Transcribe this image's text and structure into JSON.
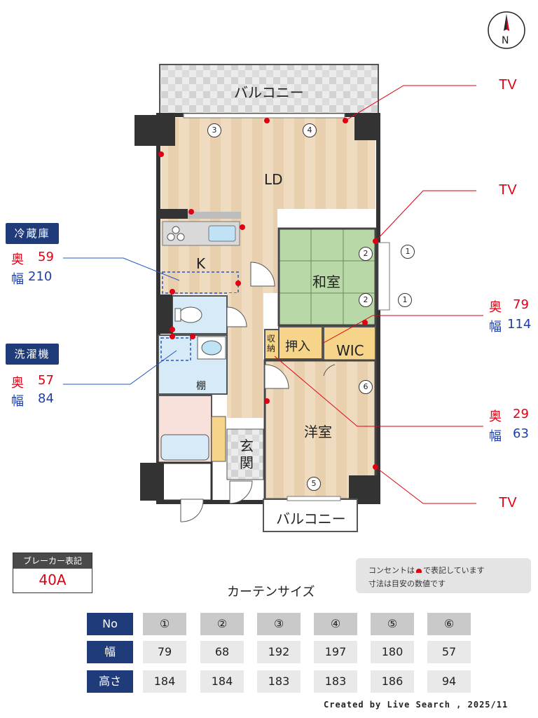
{
  "compass": {
    "label": "N"
  },
  "rooms": {
    "balcony_top": "バルコニー",
    "ld": "LD",
    "kitchen": "K",
    "washitsu": "和室",
    "oshiire": "押入",
    "wic": "WIC",
    "shuno": "収納",
    "youshitsu": "洋室",
    "tana": "棚",
    "genkan": "玄関",
    "balcony_bottom": "バルコニー"
  },
  "window_marks": [
    "1",
    "1",
    "2",
    "2",
    "3",
    "4",
    "5",
    "6"
  ],
  "tv_labels": [
    "TV",
    "TV",
    "TV"
  ],
  "annotations": {
    "fridge": {
      "title": "冷蔵庫",
      "depth_label": "奥",
      "depth": "59",
      "width_label": "幅",
      "width": "210"
    },
    "washer": {
      "title": "洗濯機",
      "depth_label": "奥",
      "depth": "57",
      "width_label": "幅",
      "width": "84"
    },
    "oshiire_size": {
      "depth_label": "奥",
      "depth": "79",
      "width_label": "幅",
      "width": "114"
    },
    "shuno_size": {
      "depth_label": "奥",
      "depth": "29",
      "width_label": "幅",
      "width": "63"
    }
  },
  "breaker": {
    "title": "ブレーカー表記",
    "value": "40A"
  },
  "note": {
    "line1": "コンセントは",
    "line1b": "で表記しています",
    "line2": "寸法は目安の数値です"
  },
  "curtain": {
    "title": "カーテンサイズ",
    "row_labels": [
      "No",
      "幅",
      "高さ"
    ],
    "numbers": [
      "①",
      "②",
      "③",
      "④",
      "⑤",
      "⑥"
    ],
    "widths": [
      "79",
      "68",
      "192",
      "197",
      "180",
      "57"
    ],
    "heights": [
      "184",
      "184",
      "183",
      "183",
      "186",
      "94"
    ]
  },
  "credit": "Created by Live Search , 2025/11",
  "colors": {
    "accent": "#1f3b7a",
    "outlet": "#e00012",
    "wood": "#eed9bb",
    "tatami": "#b9d8a8",
    "storage": "#f6d58a",
    "wet": "#d6ebf7"
  }
}
